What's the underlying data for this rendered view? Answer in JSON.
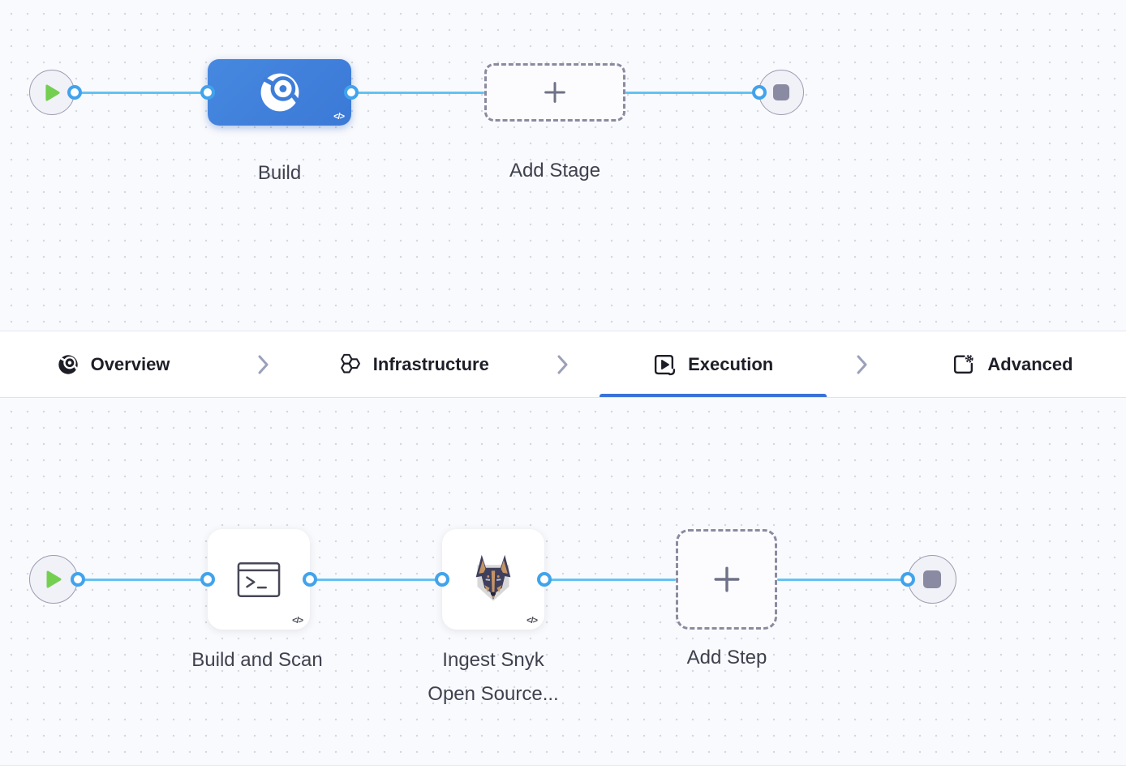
{
  "code_badge": "</>",
  "colors": {
    "accent_blue": "#3D7EDB",
    "connector_blue": "#63C2F3",
    "port_ring_blue": "#41A3EC",
    "active_tab_underline": "#3A72D8",
    "start_play_green": "#74CF51",
    "node_label_gray": "#3F414E"
  },
  "stage_canvas": {
    "stages": [
      {
        "label": "Build",
        "icon": "harness-ci-icon"
      }
    ],
    "add_stage": {
      "label": "Add Stage",
      "icon": "plus-icon"
    }
  },
  "tabbar": {
    "tabs": [
      {
        "label": "Overview",
        "icon": "harness-ci-icon",
        "active": false
      },
      {
        "label": "Infrastructure",
        "icon": "hexagons-icon",
        "active": false
      },
      {
        "label": "Execution",
        "icon": "play-square-icon",
        "active": true
      },
      {
        "label": "Advanced",
        "icon": "gear-square-icon",
        "active": false
      }
    ]
  },
  "execution_canvas": {
    "steps": [
      {
        "label": "Build and Scan",
        "icon": "terminal-icon"
      },
      {
        "label": "Ingest Snyk Open Source...",
        "icon": "snyk-doberman-icon"
      }
    ],
    "add_step": {
      "label": "Add Step",
      "icon": "plus-icon"
    }
  }
}
